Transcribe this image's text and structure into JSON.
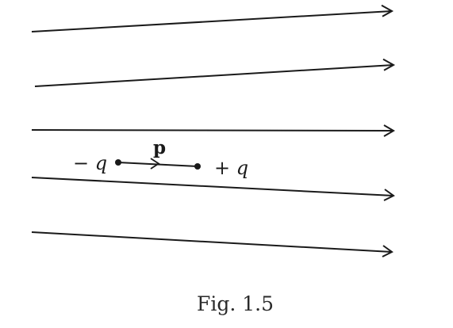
{
  "labels": {
    "negative_charge": "− q",
    "positive_charge": "+ q",
    "dipole_moment": "p"
  },
  "caption": "Fig. 1.5",
  "colors": {
    "ink": "#1a1a1a",
    "background": "#ffffff"
  }
}
